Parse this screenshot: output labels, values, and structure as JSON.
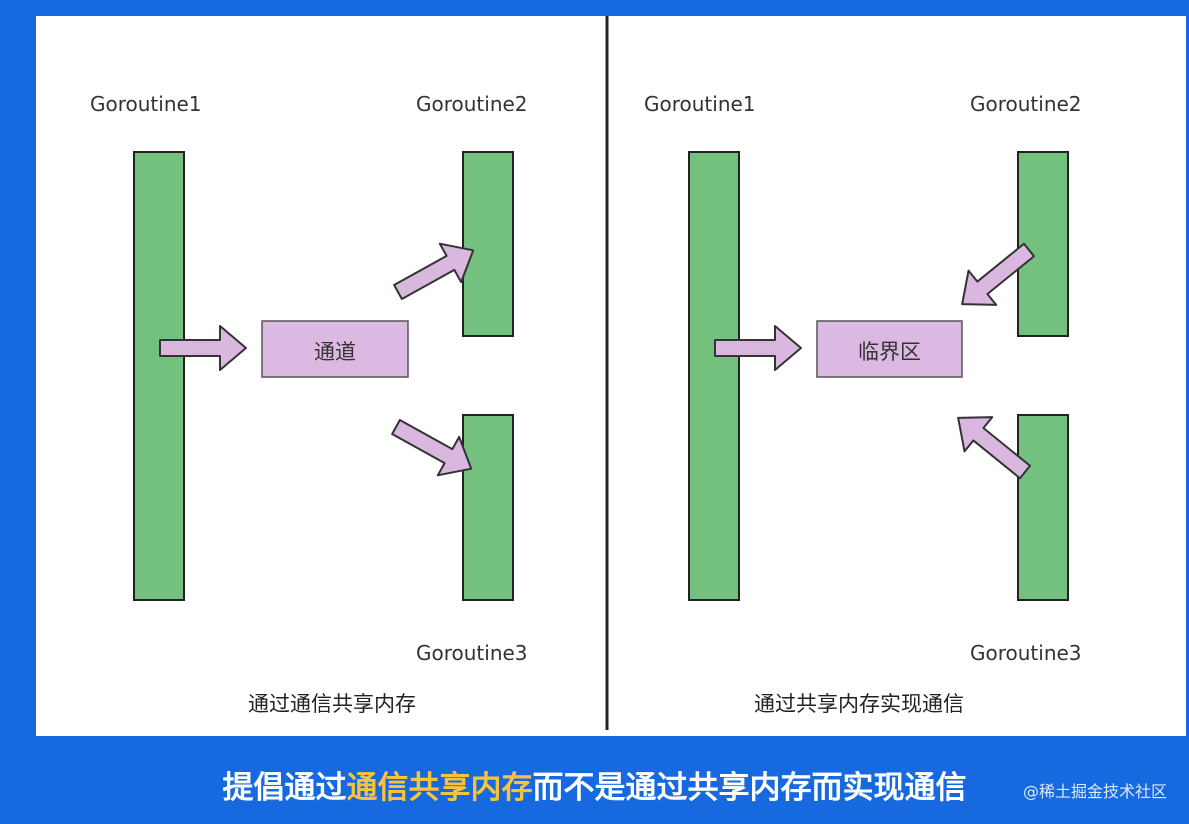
{
  "colors": {
    "background": "#1769e0",
    "panel": "#ffffff",
    "goroutine_bar": "#74c07f",
    "box_fill": "#dcb9e2",
    "arrow_fill": "#d9b7df",
    "highlight": "#f7c33c"
  },
  "left_panel": {
    "goroutine1": "Goroutine1",
    "goroutine2": "Goroutine2",
    "goroutine3": "Goroutine3",
    "box_label": "通道",
    "caption": "通过通信共享内存"
  },
  "right_panel": {
    "goroutine1": "Goroutine1",
    "goroutine2": "Goroutine2",
    "goroutine3": "Goroutine3",
    "box_label": "临界区",
    "caption": "通过共享内存实现通信"
  },
  "bottom_caption": {
    "part1": "提倡通过",
    "highlight": "通信共享内存",
    "part2": "而不是通过共享内存而实现通信"
  },
  "watermark": "@稀土掘金技术社区"
}
